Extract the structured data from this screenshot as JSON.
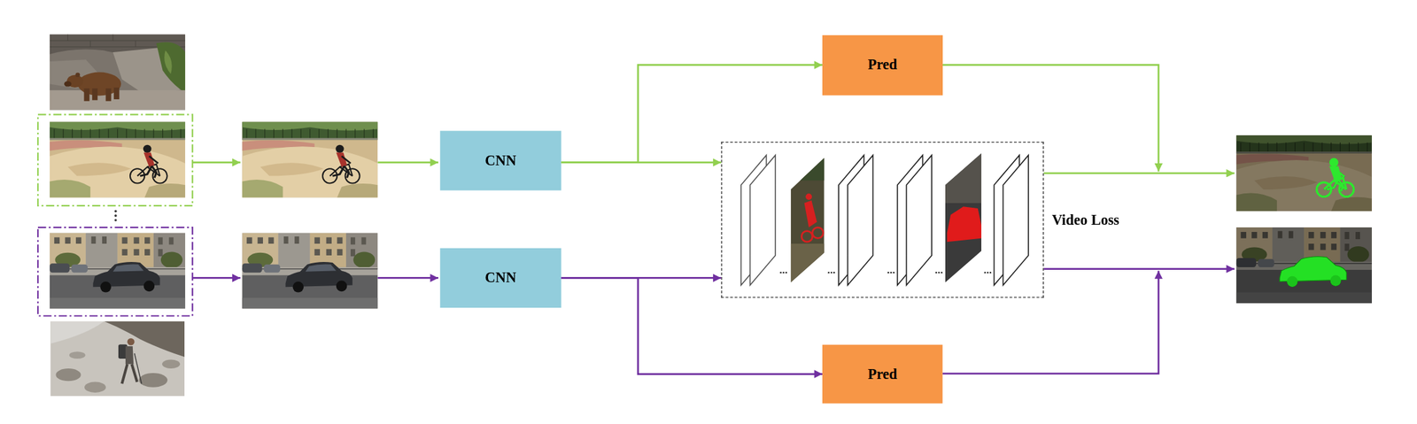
{
  "diagram": {
    "nodes": [
      {
        "text": [
          "CNN"
        ]
      },
      {
        "text": [
          "CNN"
        ]
      },
      {
        "text": [
          "Pred"
        ]
      },
      {
        "text": [
          "Video Loss"
        ]
      },
      {
        "text": [
          "Pred"
        ]
      }
    ],
    "edges": [
      {
        "from": 0,
        "to": 2,
        "arrow": "to"
      },
      {
        "from": 0,
        "to": 3,
        "arrow": "to"
      },
      {
        "from": 1,
        "to": 3,
        "arrow": "to"
      },
      {
        "from": 1,
        "to": 4,
        "arrow": "to"
      }
    ]
  }
}
